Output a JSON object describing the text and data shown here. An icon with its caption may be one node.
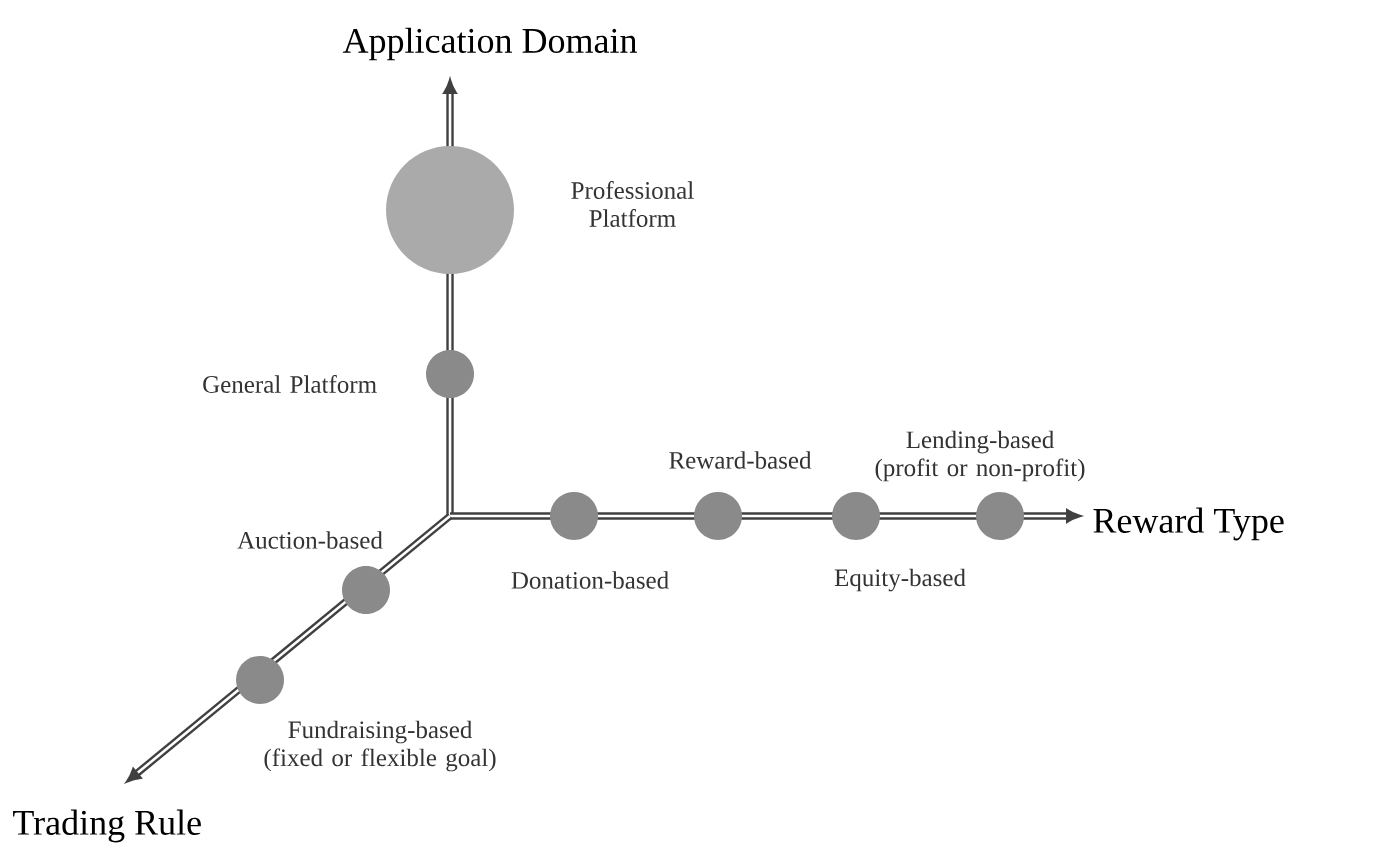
{
  "diagram": {
    "nodes": [
      {
        "text": [],
        "shape": "circle",
        "beside": [
          "Professional Platform"
        ]
      },
      {
        "text": [],
        "shape": "circle",
        "beside": [
          "General Platform"
        ]
      },
      {
        "text": [],
        "shape": "circle",
        "beside": [
          "Donation-based"
        ]
      },
      {
        "text": [],
        "shape": "circle",
        "beside": [
          "Reward-based"
        ]
      },
      {
        "text": [],
        "shape": "circle",
        "beside": [
          "Equity-based"
        ]
      },
      {
        "text": [],
        "shape": "circle",
        "beside": [
          "Lending-based (profit or non-profit)"
        ]
      },
      {
        "text": [],
        "shape": "circle",
        "beside": [
          "Auction-based"
        ]
      },
      {
        "text": [],
        "shape": "circle",
        "beside": [
          "Fundraising-based (fixed or flexible goal)"
        ]
      }
    ],
    "labels": [
      "Application Domain",
      "Reward Type",
      "Trading Rule"
    ]
  }
}
